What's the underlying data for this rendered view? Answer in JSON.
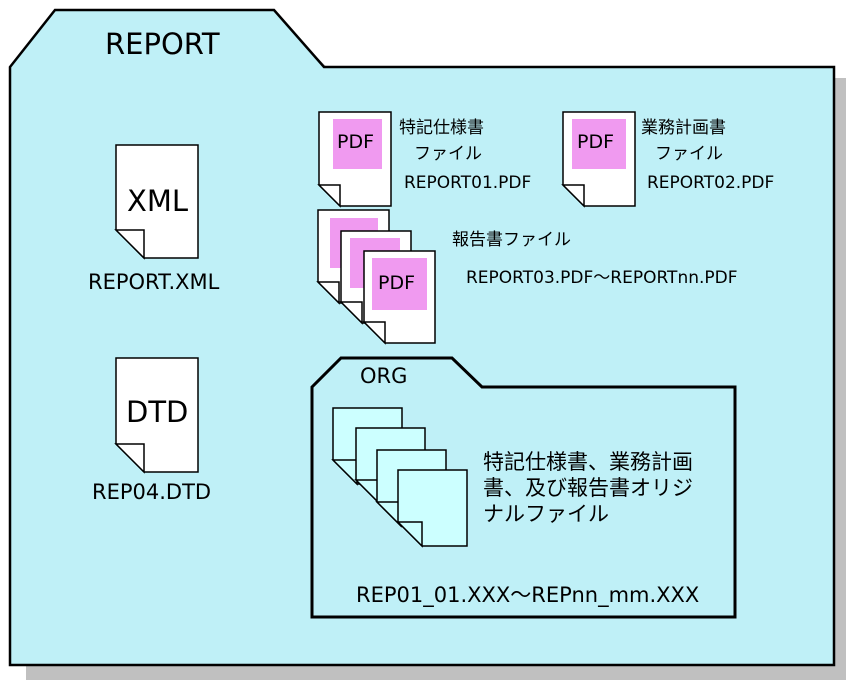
{
  "colors": {
    "folder_fill": "#bff0f7",
    "inner_folder_fill": "#bff0f7",
    "doc_fill": "#ffffff",
    "pdf_badge": "#f09af0",
    "orig_doc_fill": "#ccffff",
    "shadow": "#c0c0c0"
  },
  "folder": {
    "label": "REPORT"
  },
  "xml_file": {
    "icon_text": "XML",
    "filename": "REPORT.XML"
  },
  "dtd_file": {
    "icon_text": "DTD",
    "filename": "REP04.DTD"
  },
  "pdf_files": [
    {
      "badge": "PDF",
      "caption_line1": "特記仕様書",
      "caption_line2": "ファイル",
      "filename": "REPORT01.PDF"
    },
    {
      "badge": "PDF",
      "caption_line1": "業務計画書",
      "caption_line2": "ファイル",
      "filename": "REPORT02.PDF"
    }
  ],
  "report_files": {
    "badge": "PDF",
    "caption": "報告書ファイル",
    "filename": "REPORT03.PDF～REPORTnn.PDF"
  },
  "org_folder": {
    "label": "ORG",
    "caption_line1": "特記仕様書、業務計画",
    "caption_line2": "書、及び報告書オリジ",
    "caption_line3": "ナルファイル",
    "filename": "REP01_01.XXX～REPnn_mm.XXX"
  }
}
